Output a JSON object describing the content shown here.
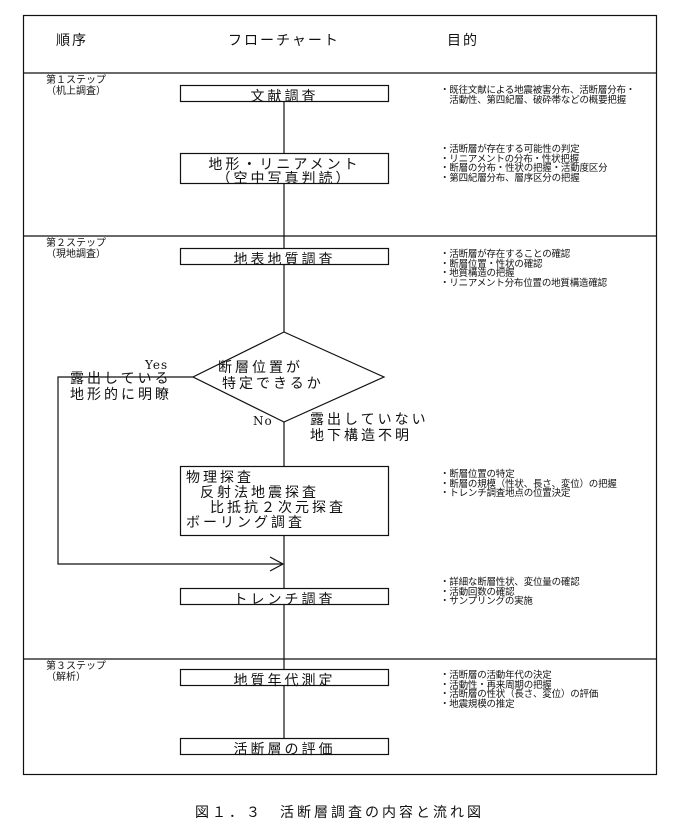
{
  "header": {
    "col_order": "順序",
    "col_flowchart": "フローチャート",
    "col_purpose": "目的"
  },
  "steps": [
    {
      "title": "第１ステップ",
      "sub": "（机上調査）"
    },
    {
      "title": "第２ステップ",
      "sub": "（現地調査）"
    },
    {
      "title": "第３ステップ",
      "sub": "（解析）"
    }
  ],
  "boxes": {
    "literature": "文献調査",
    "lineament_1": "地形・リニアメント",
    "lineament_2": "（空中写真判読）",
    "surface": "地表地質調査",
    "geophysics_1": "物理探査",
    "geophysics_2": "反射法地震探査",
    "geophysics_3": "比抵抗２次元探査",
    "geophysics_4": "ボーリング調査",
    "trench": "トレンチ調査",
    "dating": "地質年代測定",
    "evaluation": "活断層の評価"
  },
  "decision": {
    "line1": "断層位置が",
    "line2": "特定できるか",
    "yes": "Yes",
    "no": "No",
    "yes_note_1": "露出している",
    "yes_note_2": "地形的に明瞭",
    "no_note_1": "露出していない",
    "no_note_2": "地下構造不明"
  },
  "purposes": {
    "p1": [
      "・既往文献による地震被害分布、活断層分布・",
      "　活動性、第四紀層、破砕帯などの概要把握"
    ],
    "p2": [
      "・活断層が存在する可能性の判定",
      "・リニアメントの分布・性状把握",
      "・断層の分布・性状の把握・活動度区分",
      "・第四紀層分布、層序区分の把握"
    ],
    "p3": [
      "・活断層が存在することの確認",
      "・断層位置・性状の確認",
      "・地質構造の把握",
      "・リニアメント分布位置の地質構造確認"
    ],
    "p4": [
      "・断層位置の特定",
      "・断層の規模（性状、長さ、変位）の把握",
      "・トレンチ調査地点の位置決定"
    ],
    "p5": [
      "・詳細な断層性状、変位量の確認",
      "・活動回数の確認",
      "・サンプリングの実施"
    ],
    "p6": [
      "・活断層の活動年代の決定",
      "・活動性・再来周期の把握",
      "・活断層の性状（長さ、変位）の評価",
      "・地震規模の推定"
    ]
  },
  "caption": "図１．３　活断層調査の内容と流れ図"
}
